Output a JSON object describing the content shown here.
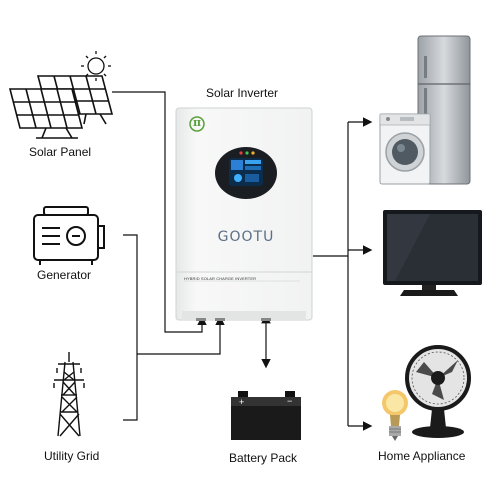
{
  "title": "Solar Inverter",
  "inverter": {
    "brand": "GOOTU",
    "model_text": "HYBRID SOLAR CHARGE INVERTER",
    "logo_symbol": "π"
  },
  "sources": [
    {
      "label": "Solar Panel",
      "icon": "solar-panel-icon"
    },
    {
      "label": "Generator",
      "icon": "generator-icon"
    },
    {
      "label": "Utility Grid",
      "icon": "transmission-tower-icon"
    }
  ],
  "storage": {
    "label": "Battery Pack",
    "icon": "battery-icon",
    "terminals": [
      "+",
      "−"
    ]
  },
  "loads": [
    {
      "icon": "refrigerator-icon"
    },
    {
      "icon": "washing-machine-icon"
    },
    {
      "icon": "television-icon"
    },
    {
      "icon": "fan-icon"
    },
    {
      "icon": "light-bulb-icon"
    }
  ],
  "home_appliance_label": "Home Appliance",
  "colors": {
    "line": "#111111",
    "inverter_body": "#f4f5f5",
    "accent_green": "#5aa03c",
    "brand_blue": "#5b6f86"
  }
}
